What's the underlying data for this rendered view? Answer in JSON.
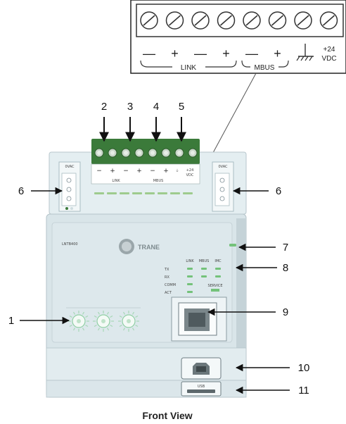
{
  "inset": {
    "signs": [
      "—",
      "+",
      "—",
      "+",
      "—",
      "+",
      "",
      ""
    ],
    "link_label": "LINK",
    "mbus_label": "MBUS",
    "ground_symbol": "⏚",
    "vdc_top": "+24",
    "vdc_bottom": "VDC"
  },
  "device": {
    "brand": "TRANE",
    "model": "LNTB400",
    "terminal_signs": [
      "−",
      "+",
      "−",
      "+",
      "−",
      "+"
    ],
    "terminal_link": "LINK",
    "terminal_mbus": "MBUS",
    "terminal_vdc_top": "+24",
    "terminal_vdc_bottom": "VDC",
    "port_left": "0VAC",
    "port_right": "0VAC",
    "led_headers": [
      "LINK",
      "MBUS",
      "IMC"
    ],
    "led_rows": [
      "TX",
      "RX",
      "COMM",
      "ACT"
    ],
    "service": "SERVICE",
    "usb": "USB"
  },
  "callouts": [
    "1",
    "2",
    "3",
    "4",
    "5",
    "6",
    "6",
    "7",
    "8",
    "9",
    "10",
    "11"
  ],
  "caption": "Front View",
  "colors": {
    "terminal_green": "#3b7a3a",
    "housing": "#d9e5e9",
    "led": "#74c27a"
  }
}
